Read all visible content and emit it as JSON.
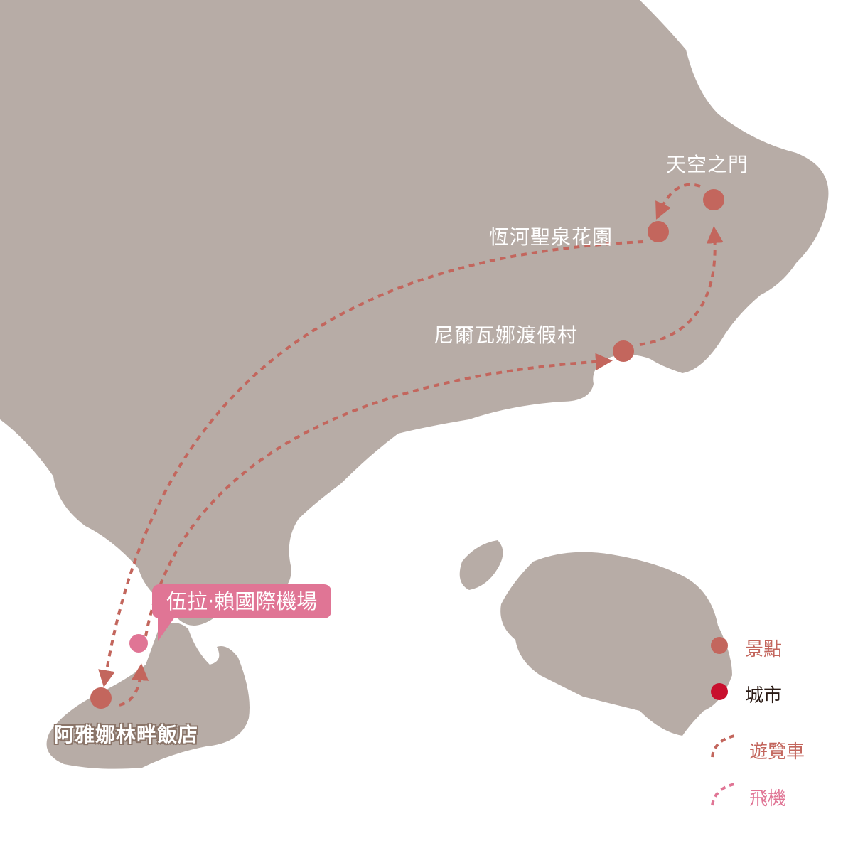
{
  "map": {
    "colors": {
      "land": "#b7aca6",
      "attraction": "#c3665d",
      "city": "#c8102e",
      "bus_route": "#c3665d",
      "flight_route": "#e07595",
      "airport": "#e07595"
    },
    "places": [
      {
        "name": "天空之門",
        "type": "attraction"
      },
      {
        "name": "恆河聖泉花園",
        "type": "attraction"
      },
      {
        "name": "尼爾瓦娜渡假村",
        "type": "attraction"
      },
      {
        "name": "阿雅娜林畔飯店",
        "type": "attraction"
      },
      {
        "name": "伍拉·賴國際機場",
        "type": "airport"
      }
    ],
    "legend": [
      {
        "label": "景點",
        "icon": "attraction-dot-icon"
      },
      {
        "label": "城市",
        "icon": "city-dot-icon"
      },
      {
        "label": "遊覽車",
        "icon": "bus-route-dash-icon"
      },
      {
        "label": "飛機",
        "icon": "flight-route-dash-icon"
      }
    ]
  }
}
